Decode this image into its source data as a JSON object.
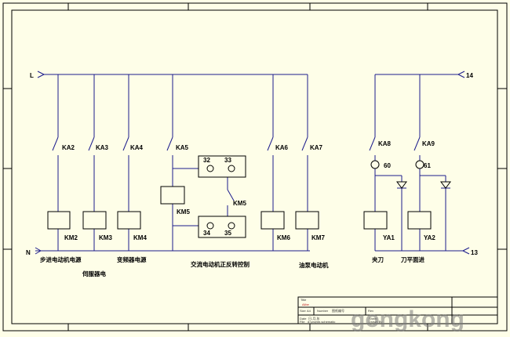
{
  "supply": {
    "left_label": "L",
    "neutral_label": "N",
    "right_top_label": "14",
    "right_bottom_label": "13"
  },
  "contacts": [
    "KA2",
    "KA3",
    "KA4",
    "KA5",
    "KA6",
    "KA7",
    "KA8",
    "KA9"
  ],
  "coils": [
    "KM2",
    "KM3",
    "KM4",
    "KM5",
    "KM6",
    "KM7",
    "YA1",
    "YA2"
  ],
  "interlock_contact": "KM5",
  "terminals": [
    "32",
    "33",
    "34",
    "35"
  ],
  "lamp_labels": [
    "60",
    "61"
  ],
  "descriptions": [
    "步进电动机电源",
    "伺服器电",
    "变频器电源",
    "交流电动机正反转控制",
    "油泵电动机",
    "夹刀",
    "刀平面进"
  ],
  "title_block": {
    "title_label": "Title",
    "logo_text": "Alibe",
    "size_label": "Size",
    "size_value": "A4",
    "number_label": "Number",
    "number_value": "图纸编号",
    "date_label": "Date",
    "date_value": "日-月-年",
    "file_label": "File",
    "file_value": "d:\\proj\\lib.schematic",
    "rev_label": "Rev",
    "sheet_label": "Sheet",
    "drawn_label": "Drawn By"
  },
  "watermark": "gongkong"
}
